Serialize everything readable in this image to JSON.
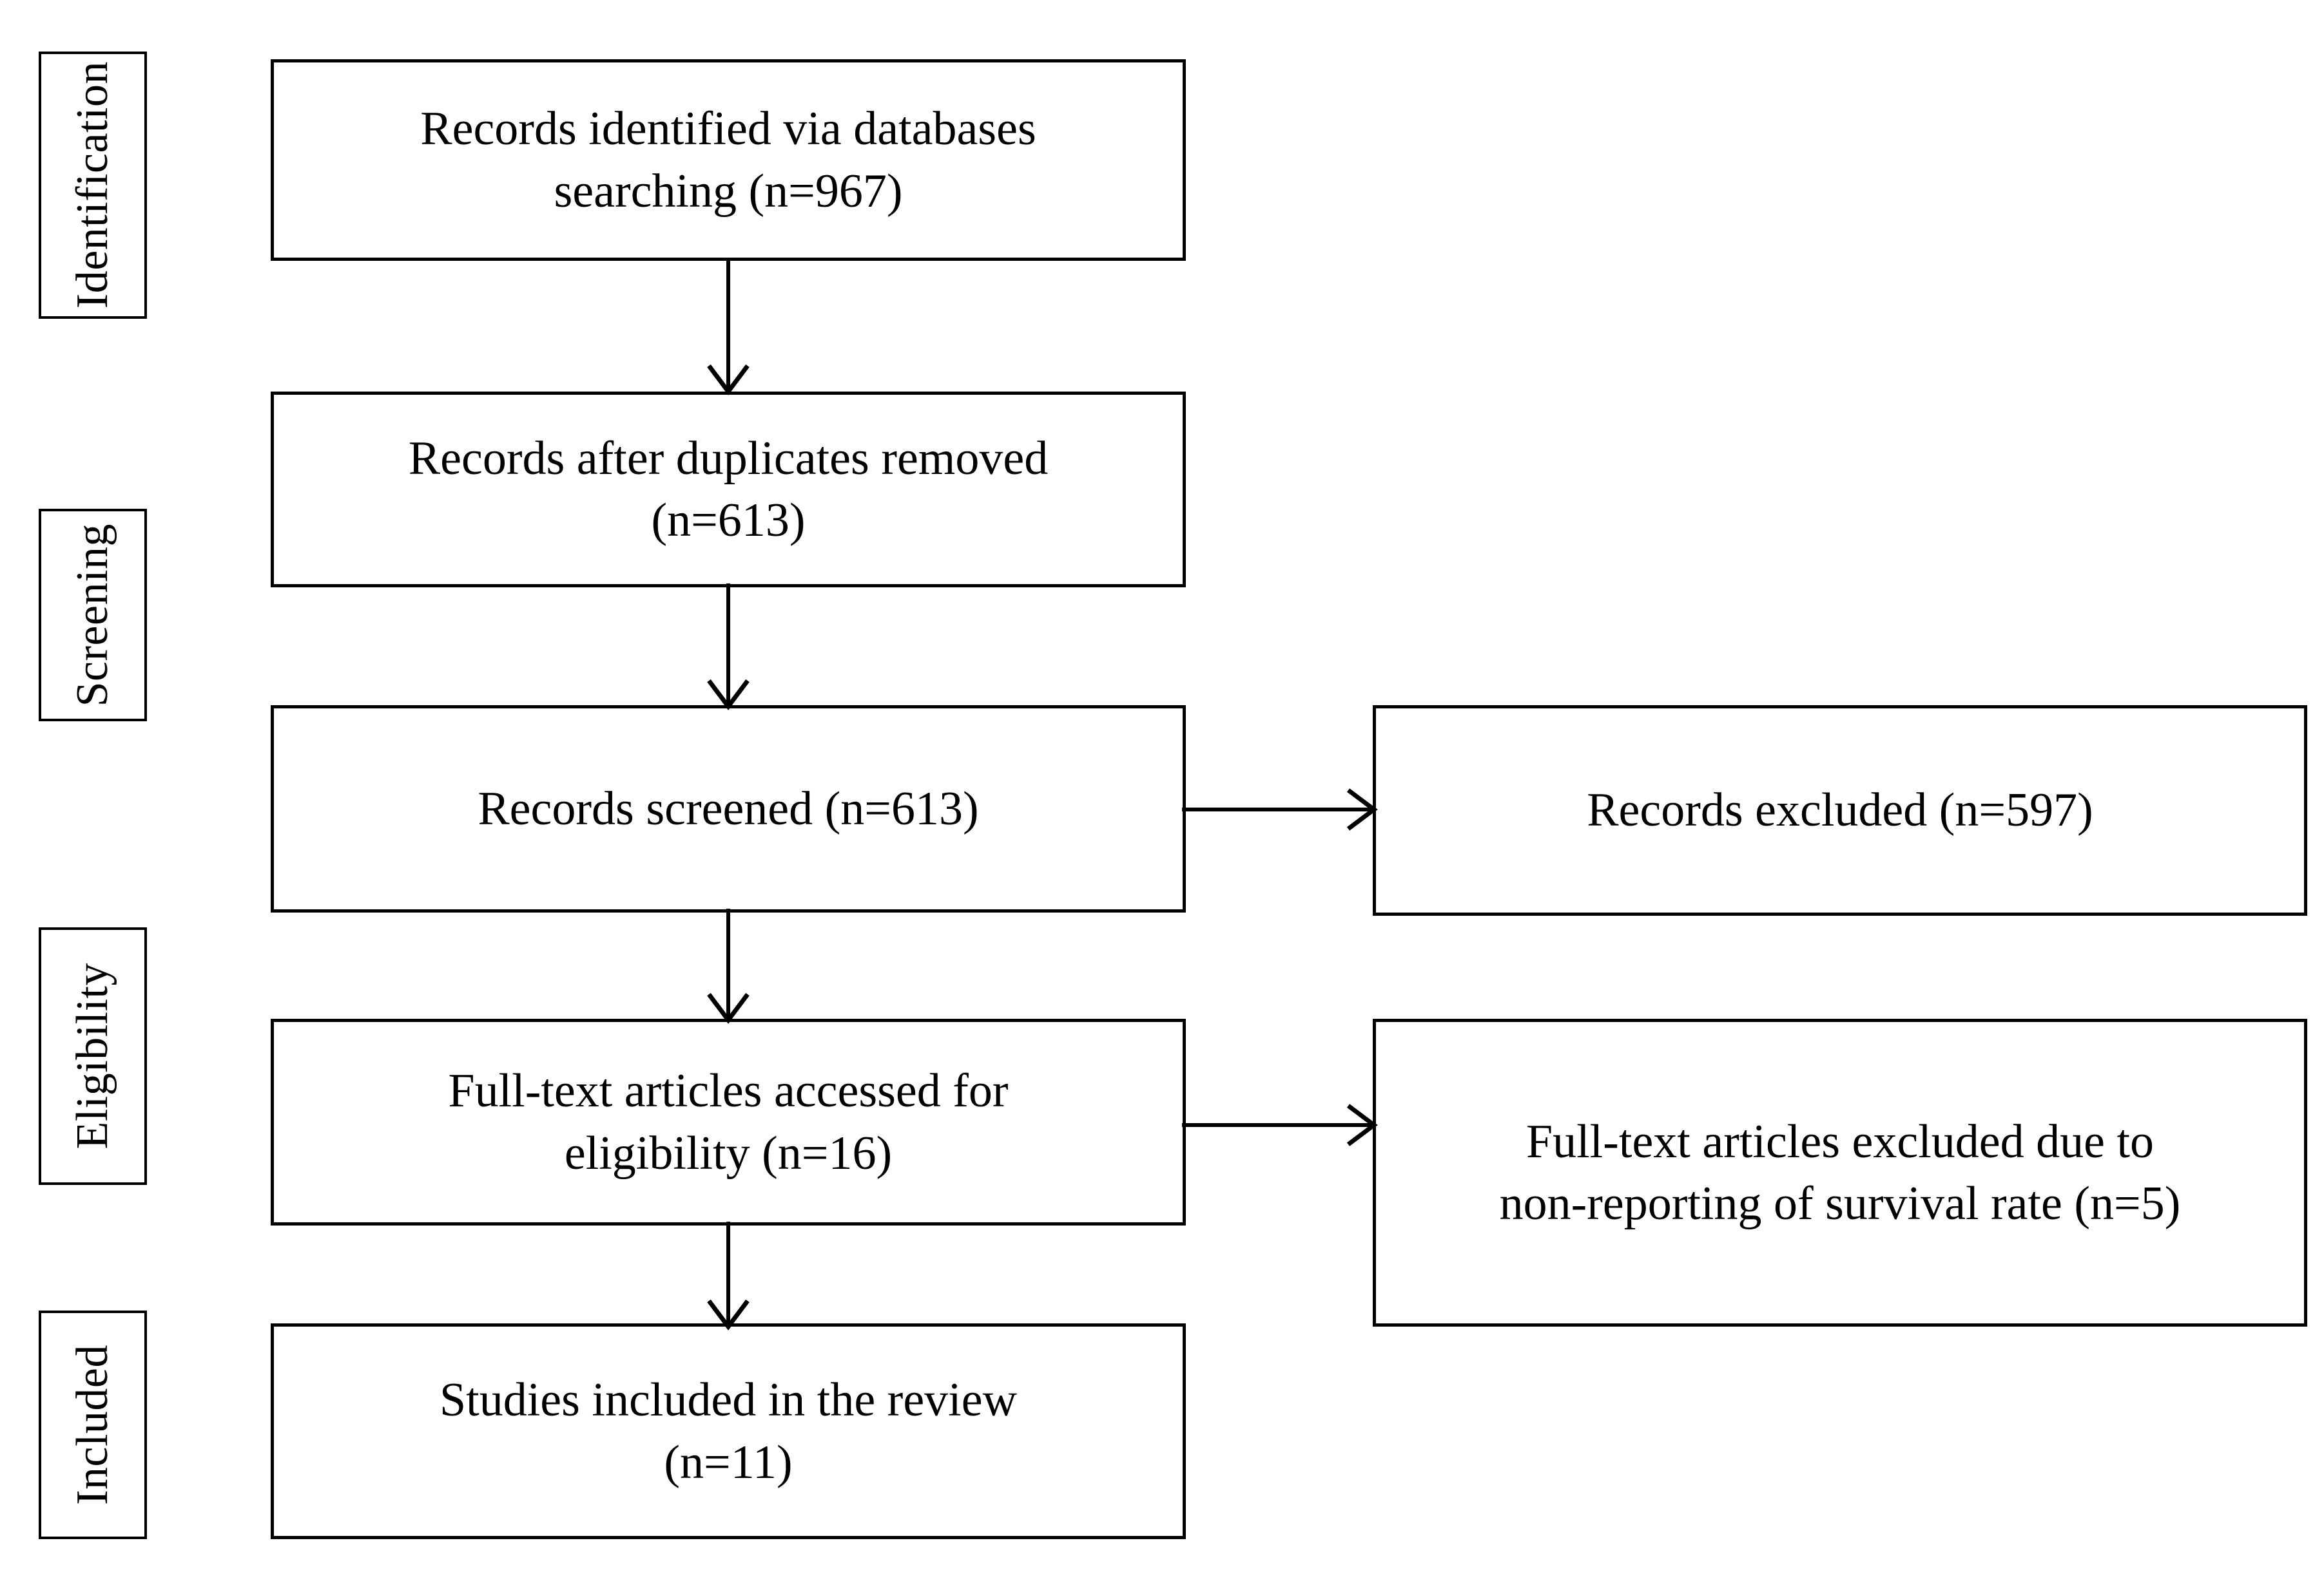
{
  "diagram": {
    "title": "PRISMA study selection flow diagram",
    "ink_color": "#000000",
    "background_color": "#ffffff"
  },
  "stages": [
    {
      "id": "identification",
      "label": "Identification"
    },
    {
      "id": "screening",
      "label": "Screening"
    },
    {
      "id": "eligibility",
      "label": "Eligibility"
    },
    {
      "id": "included",
      "label": "Included"
    }
  ],
  "boxes": {
    "records_identified": {
      "text": "Records identified via  databases\nsearching (n=967)",
      "count": 967,
      "count_label": "n=967"
    },
    "duplicates_removed": {
      "text": "Records after duplicates removed\n(n=613)",
      "count": 613,
      "count_label": "n=613"
    },
    "records_screened": {
      "text": "Records screened (n=613)",
      "count": 613,
      "count_label": "n=613"
    },
    "records_excluded": {
      "text": "Records excluded (n=597)",
      "count": 597,
      "count_label": "n=597"
    },
    "fulltext_assessed": {
      "text": "Full-text articles accessed for\neligibility (n=16)",
      "count": 16,
      "count_label": "n=16"
    },
    "fulltext_excluded": {
      "text": "Full-text articles excluded due to\nnon-reporting of survival rate (n=5)",
      "count": 5,
      "count_label": "n=5"
    },
    "studies_included": {
      "text": "Studies included in the review\n(n=11)",
      "count": 11,
      "count_label": "n=11"
    }
  },
  "connectors": [
    {
      "id": "identified-to-duplicates",
      "from": "records_identified",
      "to": "duplicates_removed",
      "direction": "down"
    },
    {
      "id": "duplicates-to-screened",
      "from": "duplicates_removed",
      "to": "records_screened",
      "direction": "down"
    },
    {
      "id": "screened-to-excluded",
      "from": "records_screened",
      "to": "records_excluded",
      "direction": "right"
    },
    {
      "id": "screened-to-fulltext",
      "from": "records_screened",
      "to": "fulltext_assessed",
      "direction": "down"
    },
    {
      "id": "fulltext-to-excluded",
      "from": "fulltext_assessed",
      "to": "fulltext_excluded",
      "direction": "right"
    },
    {
      "id": "fulltext-to-included",
      "from": "fulltext_assessed",
      "to": "studies_included",
      "direction": "down"
    }
  ]
}
